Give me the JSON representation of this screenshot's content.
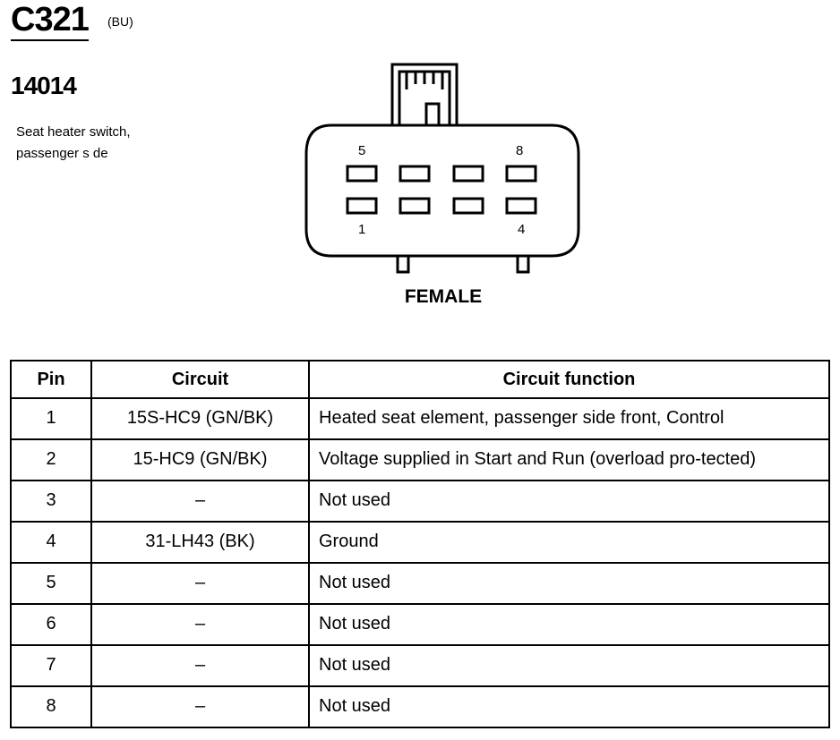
{
  "header": {
    "connector_id": "C321",
    "color_code": "(BU)",
    "part_number": "14014",
    "description_lines": [
      "Seat heater switch,",
      "passenger s de"
    ]
  },
  "connector": {
    "pin_labels": {
      "top_left": "5",
      "top_right": "8",
      "bottom_left": "1",
      "bottom_right": "4"
    },
    "gender": "FEMALE"
  },
  "table": {
    "headers": [
      "Pin",
      "Circuit",
      "Circuit function"
    ],
    "rows": [
      {
        "pin": "1",
        "circuit": "15S-HC9 (GN/BK)",
        "function": "Heated seat element, passenger side front, Control"
      },
      {
        "pin": "2",
        "circuit": "15-HC9 (GN/BK)",
        "function": "Voltage supplied in Start and Run (overload pro-tected)"
      },
      {
        "pin": "3",
        "circuit": "–",
        "function": "Not used"
      },
      {
        "pin": "4",
        "circuit": "31-LH43 (BK)",
        "function": "Ground"
      },
      {
        "pin": "5",
        "circuit": "–",
        "function": "Not used"
      },
      {
        "pin": "6",
        "circuit": "–",
        "function": "Not used"
      },
      {
        "pin": "7",
        "circuit": "–",
        "function": "Not used"
      },
      {
        "pin": "8",
        "circuit": "–",
        "function": "Not used"
      }
    ]
  }
}
